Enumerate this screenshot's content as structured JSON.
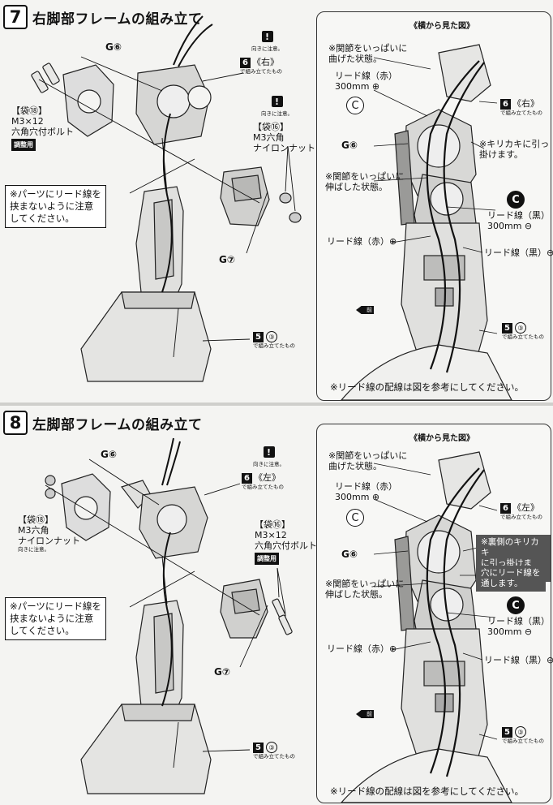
{
  "step7": {
    "number": "7",
    "title": "右脚部フレームの組み立て",
    "part_g6": "G⑥",
    "part_g7": "G⑦",
    "warning_mark": "!",
    "warning_text": "向きに注意。",
    "warning_text2": "向きに注意。",
    "part6_num": "6",
    "part6_side": "《右》",
    "part6_sub": "で組み立てたもの",
    "bag18_label": "【袋⑱】",
    "bag18_spec": "M3×12",
    "bag18_name": "六角穴付ボルト",
    "bag18_badge": "調整用",
    "bag16_label": "【袋⑯】",
    "bag16_spec": "M3六角",
    "bag16_name": "ナイロンナット",
    "note": "※パーツにリード線を\n挟まないように注意\nしてください。",
    "part5_num": "5",
    "part5_circle": "③",
    "part5_sub": "で組み立てたもの",
    "side": {
      "title": "《横から見た図》",
      "bent": "※関節をいっぱいに\n曲げた状態。",
      "lead_red": "リード線（赤）",
      "lead_red_len": "300mm ⊕",
      "letter_c": "C",
      "g6": "G⑥",
      "six_num": "6",
      "six_side": "《右》",
      "six_sub": "で組み立てたもの",
      "notch": "※キリカキに引っ\n掛けます。",
      "extended": "※関節をいっぱいに\n伸ばした状態。",
      "lead_black": "リード線（黒）",
      "lead_black_len": "300mm ⊖",
      "lead_red_plus": "リード線（赤）⊕",
      "lead_black_minus": "リード線（黒）⊖",
      "front": "前",
      "five_num": "5",
      "five_circle": "③",
      "five_sub": "で組み立てたもの",
      "footnote": "※リード線の配線は図を参考にしてください。"
    }
  },
  "step8": {
    "number": "8",
    "title": "左脚部フレームの組み立て",
    "part_g6": "G⑥",
    "part_g7": "G⑦",
    "warning_mark": "!",
    "warning_text": "向きに注意。",
    "part6_num": "6",
    "part6_side": "《左》",
    "part6_sub": "で組み立てたもの",
    "bag18_label": "【袋⑱】",
    "bag18_spec": "M3六角",
    "bag18_name": "ナイロンナット",
    "bag18_warn": "向きに注意。",
    "bag16_label": "【袋⑯】",
    "bag16_spec": "M3×12",
    "bag16_name": "六角穴付ボルト",
    "bag16_badge": "調整用",
    "note": "※パーツにリード線を\n挟まないように注意\nしてください。",
    "part5_num": "5",
    "part5_circle": "③",
    "part5_sub": "で組み立てたもの",
    "side": {
      "title": "《横から見た図》",
      "bent": "※関節をいっぱいに\n曲げた状態。",
      "lead_red": "リード線（赤）",
      "lead_red_len": "300mm ⊕",
      "letter_c": "C",
      "g6": "G⑥",
      "six_num": "6",
      "six_side": "《左》",
      "six_sub": "で組み立てたもの",
      "back_notch": "※裏側のキリカキ\nに引っ掛けます。",
      "through_hole": "穴にリード線を\n通します。",
      "extended": "※関節をいっぱいに\n伸ばした状態。",
      "lead_black": "リード線（黒）",
      "lead_black_len": "300mm ⊖",
      "lead_red_plus": "リード線（赤）⊕",
      "lead_black_minus": "リード線（黒）⊖",
      "front": "前",
      "five_num": "5",
      "five_circle": "③",
      "five_sub": "で組み立てたもの",
      "footnote": "※リード線の配線は図を参考にしてください。"
    }
  }
}
